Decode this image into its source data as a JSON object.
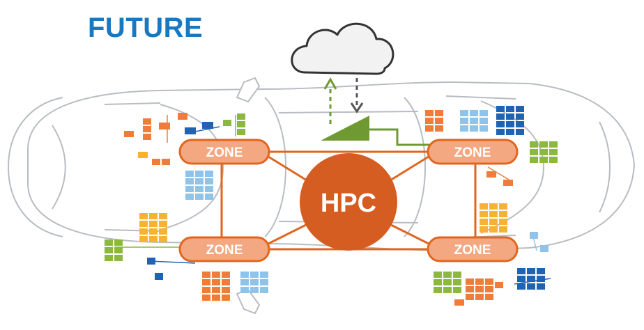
{
  "title": "FUTURE",
  "hub_label": "HPC",
  "zones": [
    {
      "label": "ZONE"
    },
    {
      "label": "ZONE"
    },
    {
      "label": "ZONE"
    },
    {
      "label": "ZONE"
    }
  ],
  "colors": {
    "title": "#1878c0",
    "zone_fill": "#f3a882",
    "zone_stroke": "#e0661f",
    "hub_fill": "#d65d21",
    "link": "#e0661f",
    "gateway": "#6f9a32",
    "upload_arrow": "#6f9a32",
    "download_arrow": "#555555",
    "ecu_orange": "#f07c3a",
    "ecu_yellow": "#f6b333",
    "ecu_green": "#8cb83e",
    "ecu_blue": "#1f63b3",
    "ecu_lightblue": "#8ec4ea",
    "car_outline": "#b8bcc2"
  },
  "icons": {
    "cloud": "cloud-icon",
    "gateway": "gateway-antenna-icon",
    "car": "car-outline-icon"
  }
}
